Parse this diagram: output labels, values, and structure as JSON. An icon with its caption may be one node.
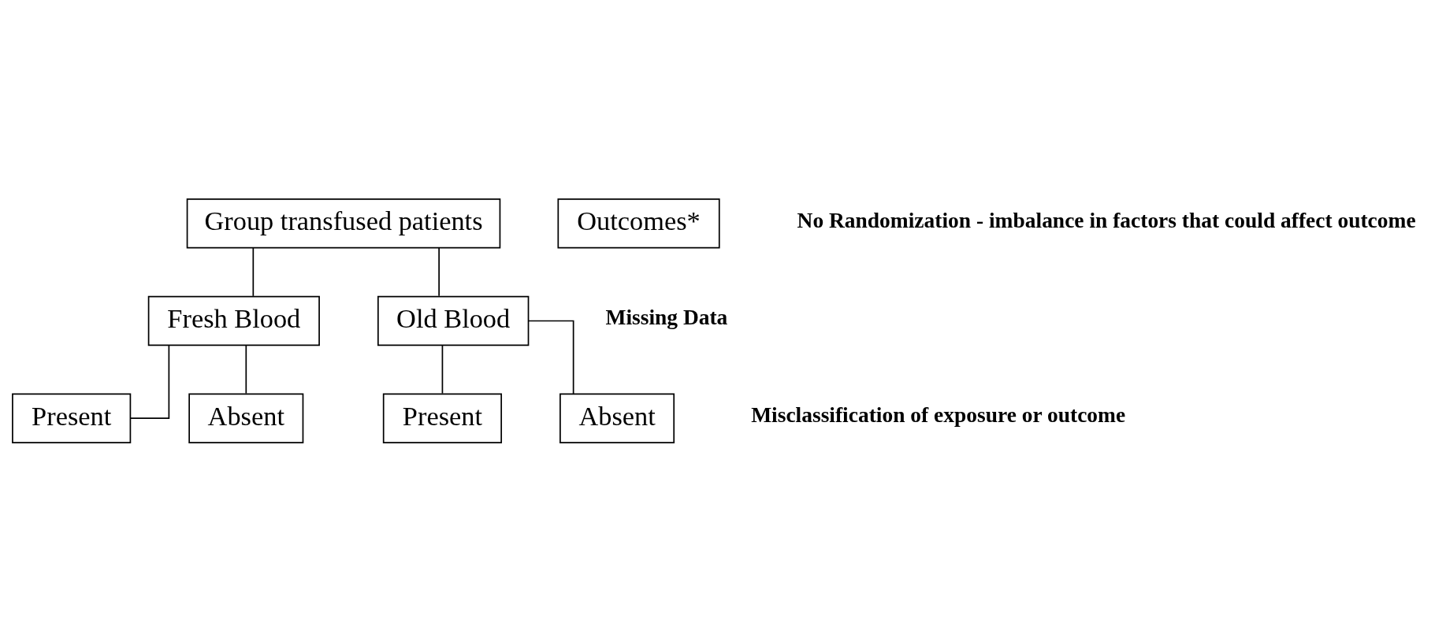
{
  "diagram": {
    "nodes": [
      {
        "text": [
          "Group transfused patients"
        ]
      },
      {
        "text": [
          "Fresh Blood"
        ]
      },
      {
        "text": [
          "Old Blood"
        ]
      },
      {
        "text": [
          "Present"
        ]
      },
      {
        "text": [
          "Absent"
        ]
      },
      {
        "text": [
          "Present"
        ]
      },
      {
        "text": [
          "Absent"
        ]
      },
      {
        "text": [
          "Outcomes*"
        ]
      }
    ],
    "edges": [
      {
        "from": 0,
        "to": 1,
        "arrow": "none"
      },
      {
        "from": 0,
        "to": 2,
        "arrow": "none"
      },
      {
        "from": 1,
        "to": 3,
        "arrow": "none"
      },
      {
        "from": 1,
        "to": 4,
        "arrow": "none"
      },
      {
        "from": 2,
        "to": 5,
        "arrow": "none"
      },
      {
        "from": 2,
        "to": 6,
        "arrow": "none"
      }
    ],
    "labels": [
      "No Randomization - imbalance in factors that could affect outcome",
      "Missing Data",
      "Misclassification of exposure or outcome"
    ]
  }
}
